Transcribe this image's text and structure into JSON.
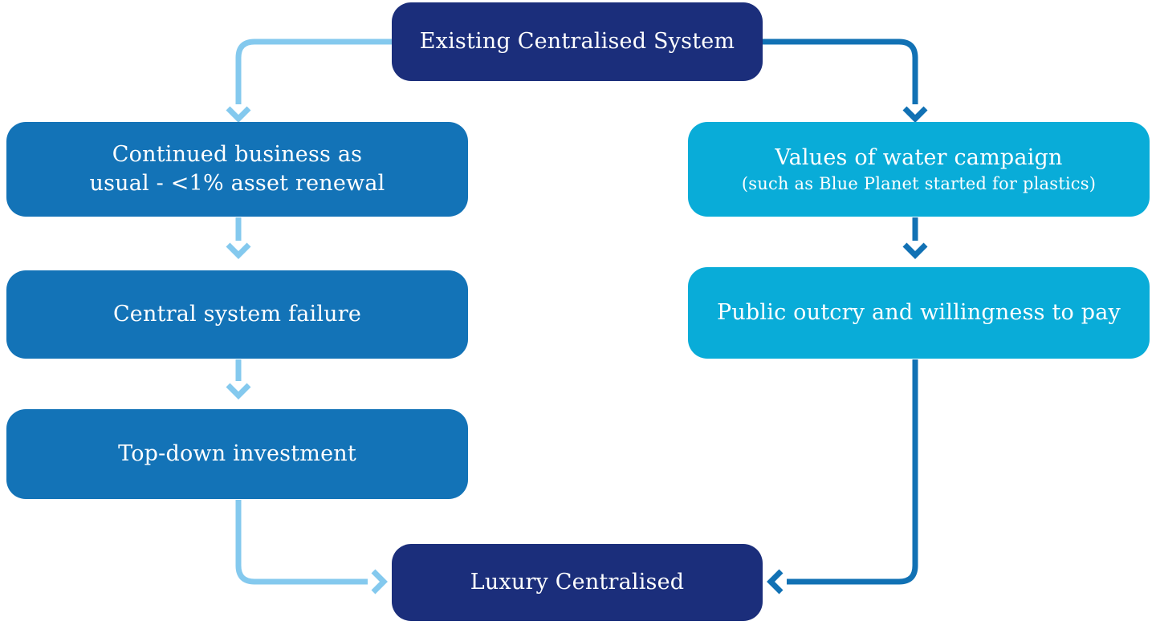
{
  "colors": {
    "navy": "#1B2E7B",
    "blue": "#1373B7",
    "cyan": "#09ACD8",
    "light_arrow": "#84C9EE",
    "dark_arrow": "#1171B4",
    "text": "#FFFFFF",
    "background": "#FFFFFF"
  },
  "diagram": {
    "type": "flowchart",
    "nodes": {
      "top": {
        "label": "Existing Centralised System"
      },
      "left1": {
        "lines": [
          "Continued business as",
          "usual - <1% asset renewal"
        ]
      },
      "left2": {
        "label": "Central system failure"
      },
      "left3": {
        "label": "Top-down investment"
      },
      "right1": {
        "label": "Values of water campaign",
        "sublabel": "(such as Blue Planet started for plastics)"
      },
      "right2": {
        "label": "Public outcry and willingness to pay"
      },
      "bottom": {
        "label": "Luxury Centralised"
      }
    },
    "edges": [
      {
        "from": "top",
        "to": "left1",
        "style": "light"
      },
      {
        "from": "left1",
        "to": "left2",
        "style": "light"
      },
      {
        "from": "left2",
        "to": "left3",
        "style": "light"
      },
      {
        "from": "left3",
        "to": "bottom",
        "style": "light"
      },
      {
        "from": "top",
        "to": "right1",
        "style": "dark"
      },
      {
        "from": "right1",
        "to": "right2",
        "style": "dark"
      },
      {
        "from": "right2",
        "to": "bottom",
        "style": "dark"
      }
    ]
  }
}
